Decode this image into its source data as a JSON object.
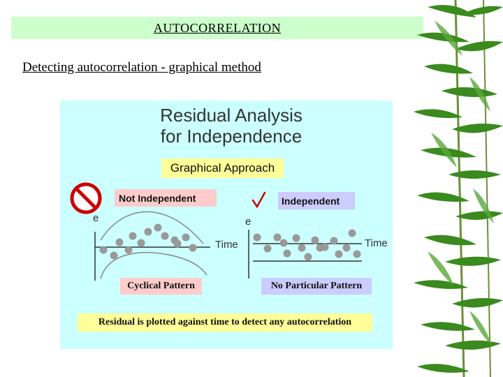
{
  "header": {
    "title": "AUTOCORRELATION"
  },
  "subtitle": "Detecting autocorrelation - graphical method",
  "panel": {
    "title_line1": "Residual Analysis",
    "title_line2": "for Independence",
    "approach": "Graphical Approach",
    "left": {
      "label": "Not Independent",
      "y_axis": "e",
      "x_axis": "Time",
      "pattern": "Cyclical Pattern",
      "icon": "prohibited-icon",
      "icon_color": "#cc0000"
    },
    "right": {
      "label": "Independent",
      "y_axis": "e",
      "x_axis": "Time",
      "pattern": "No Particular Pattern",
      "icon": "checkmark-icon",
      "icon_color": "#cc0000"
    },
    "footer": "Residual is plotted against time to detect any autocorrelation"
  },
  "colors": {
    "title_bar": "#ccffcc",
    "panel_bg": "#ccffff",
    "yellow_box": "#ffff99",
    "pink_box": "#ffcccc",
    "lavender_box": "#ccccff",
    "dots": "#999999",
    "bamboo_leaf": "#3a8a1e"
  }
}
